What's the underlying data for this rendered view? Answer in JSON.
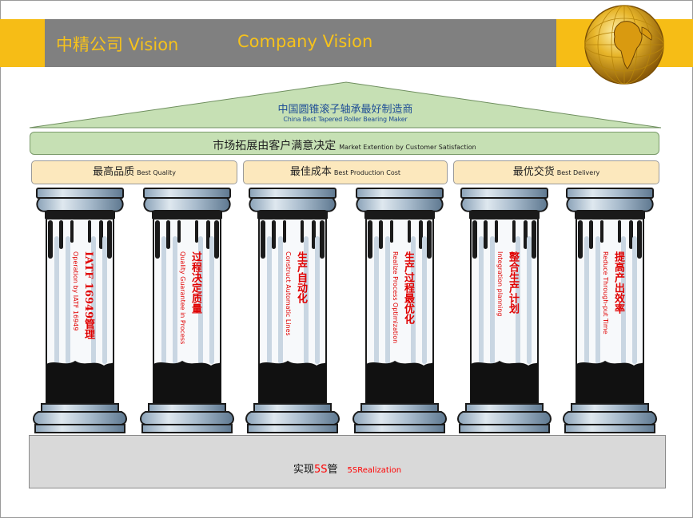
{
  "header": {
    "title_cn": "中精公司 Vision",
    "title_en": "Company Vision",
    "colors": {
      "bar": "#808080",
      "accent": "#f6bd16",
      "text": "#f6c21b"
    },
    "globe_icon": "globe-icon"
  },
  "roof": {
    "label_cn": "中国圆锥滚子轴承最好制造商",
    "label_en": "China Best Tapered Roller Bearing Maker",
    "color": "#c6e0b4"
  },
  "band": {
    "label_cn": "市场拓展由客户满意决定",
    "label_en": "Market Extention by Customer Satisfaction"
  },
  "boxes": [
    {
      "cn": "最高品质",
      "en": "Best Quality"
    },
    {
      "cn": "最佳成本",
      "en": "Best Production Cost"
    },
    {
      "cn": "最优交货",
      "en": "Best Delivery"
    }
  ],
  "pillars": [
    {
      "cn": "IATF 16949管理",
      "en": "Operation by IATF 16949"
    },
    {
      "cn": "过程决定质量",
      "en": "Quality Guarantee in Process"
    },
    {
      "cn": "生产自动化",
      "en": "Construct Automatic Lines"
    },
    {
      "cn": "生产过程最优化",
      "en": "Realize Process Optimization"
    },
    {
      "cn": "整合生产计划",
      "en": "Integration planning"
    },
    {
      "cn": "提高产出效率",
      "en": "Reduce Through-put Time"
    }
  ],
  "base": {
    "label_cn_a": "实现",
    "label_red": "5S",
    "label_cn_b": "管",
    "label_en": "5SRealization"
  }
}
